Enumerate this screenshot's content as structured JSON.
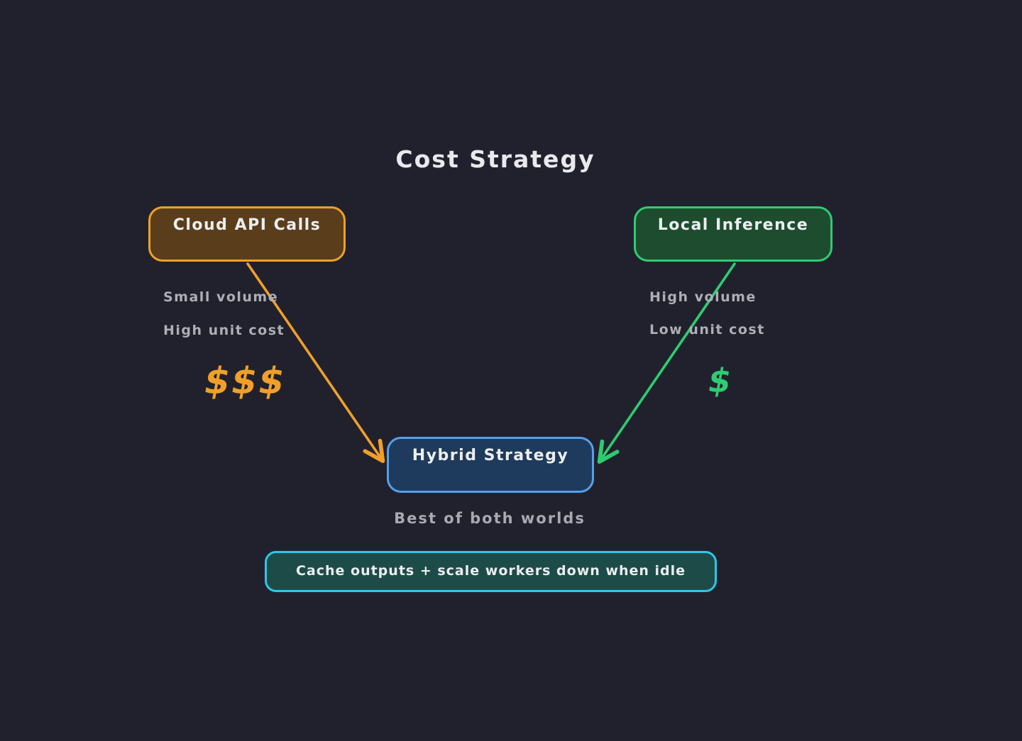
{
  "title": "Cost Strategy",
  "nodes": {
    "cloud": {
      "label": "Cloud API Calls",
      "fill": "#5a3e1b",
      "border": "#f0a028",
      "notes": [
        "Small volume",
        "High unit cost"
      ],
      "cost_symbol": "$$$",
      "cost_color": "#f0a028"
    },
    "local": {
      "label": "Local Inference",
      "fill": "#1d4d2e",
      "border": "#2ecc71",
      "notes": [
        "High volume",
        "Low unit cost"
      ],
      "cost_symbol": "$",
      "cost_color": "#2ecc71"
    },
    "hybrid": {
      "label": "Hybrid Strategy",
      "fill": "#1e3a5c",
      "border": "#55a0ec",
      "caption": "Best of both worlds"
    },
    "footer": {
      "label": "Cache outputs + scale workers down when idle",
      "fill": "#1d4c48",
      "border": "#2bc8ea"
    }
  },
  "arrows": [
    {
      "name": "cloud-to-hybrid",
      "color": "#f0a028"
    },
    {
      "name": "local-to-hybrid",
      "color": "#2ecc71"
    }
  ],
  "colors": {
    "background": "#21212e",
    "text_primary": "#e9e9ed",
    "text_secondary": "#aeaeb6"
  }
}
